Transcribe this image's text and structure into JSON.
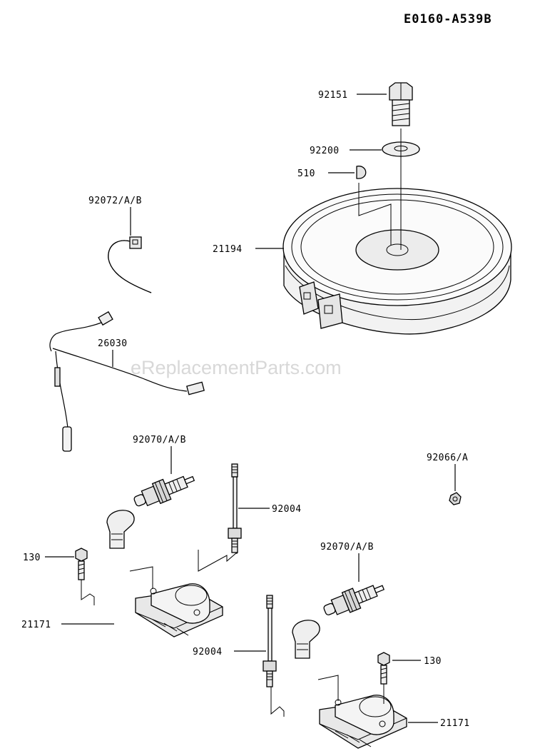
{
  "header": {
    "diagram_code": "E0160-A539B"
  },
  "watermark": "eReplacementParts.com",
  "labels": {
    "bolt_top": "92151",
    "washer": "92200",
    "key": "510",
    "flywheel": "21194",
    "lead_wire": "92072/A/B",
    "harness": "26030",
    "spark_plug_left": "92070/A/B",
    "stud_left": "92004",
    "nut": "92066/A",
    "bolt_left": "130",
    "coil_left": "21171",
    "spark_plug_right": "92070/A/B",
    "stud_right": "92004",
    "bolt_right": "130",
    "coil_right": "21171"
  }
}
